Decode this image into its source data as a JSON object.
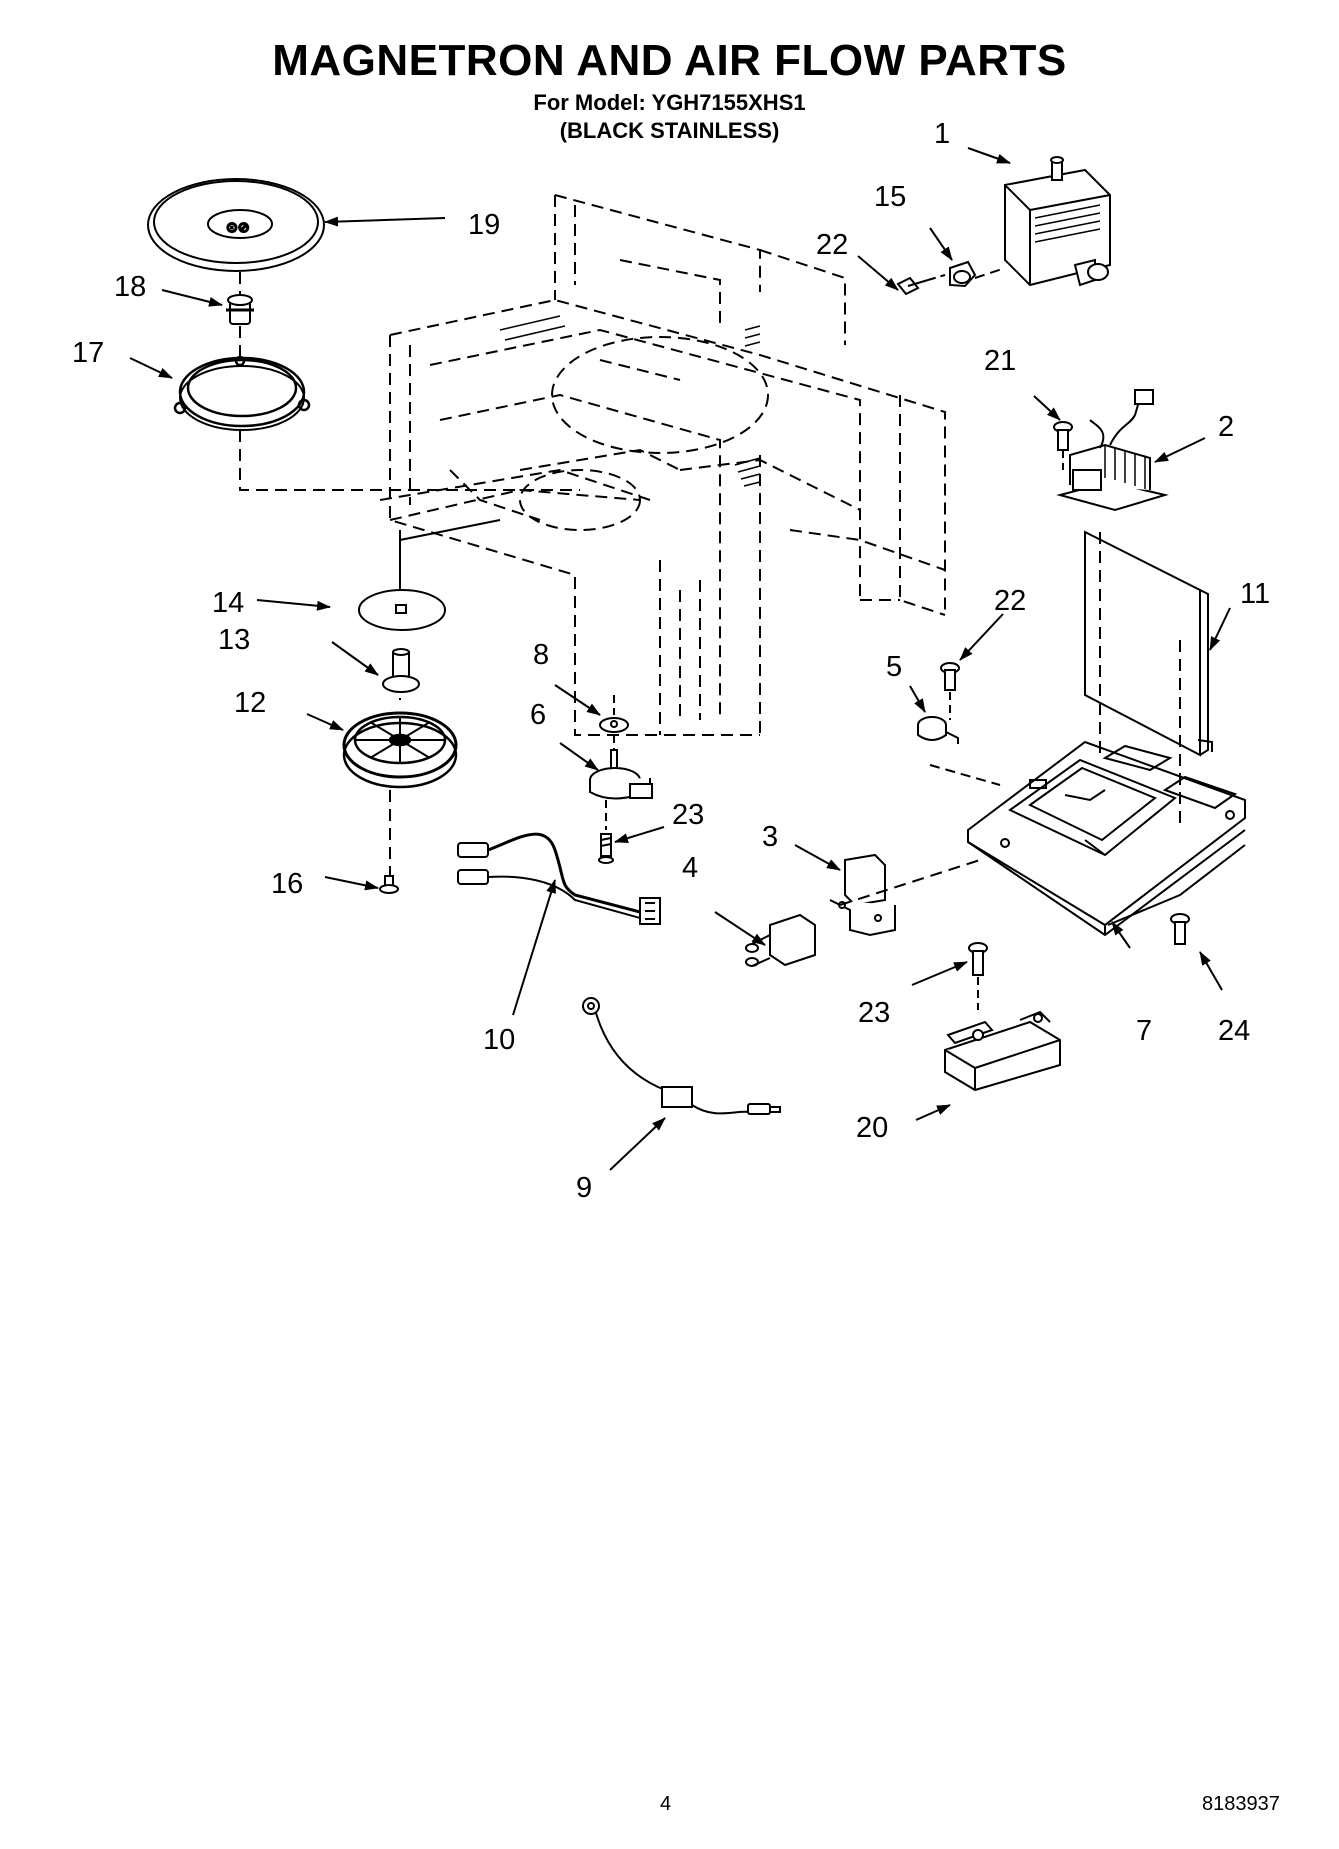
{
  "header": {
    "title": "MAGNETRON AND AIR FLOW PARTS",
    "model_line": "For Model: YGH7155XHS1",
    "color_line": "(BLACK STAINLESS)"
  },
  "footer": {
    "page_number": "4",
    "document_number": "8183937"
  },
  "callouts": [
    "1",
    "2",
    "3",
    "4",
    "5",
    "6",
    "7",
    "8",
    "9",
    "10",
    "11",
    "12",
    "13",
    "14",
    "15",
    "16",
    "17",
    "18",
    "19",
    "20",
    "21",
    "22",
    "22",
    "23",
    "23",
    "24"
  ]
}
